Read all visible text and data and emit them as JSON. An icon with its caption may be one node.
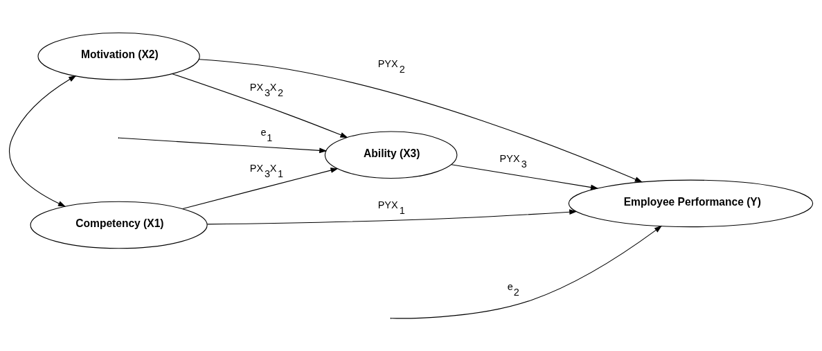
{
  "diagram": {
    "nodes": [
      {
        "text": [
          "Competency (X1)"
        ]
      },
      {
        "text": [
          "Ability (X3)"
        ]
      },
      {
        "text": [
          "Employee Performance (Y)"
        ]
      },
      {
        "text": [
          "Motivation (X2)"
        ]
      }
    ],
    "edges": [
      {
        "from": 0,
        "to": 3,
        "arrow": "both"
      },
      {
        "from": 0,
        "to": 2,
        "arrow": "to",
        "label": "PYX$_{1}$"
      },
      {
        "from": 0,
        "to": 1,
        "arrow": "to",
        "label": "PX$_{3}$X$_{1}$"
      },
      {
        "from": 3,
        "to": 1,
        "arrow": "to",
        "label": "PX$_{3}$X$_{2}$"
      },
      {
        "from": 1,
        "to": 2,
        "arrow": "to",
        "label": "PYX$_{3}$"
      },
      {
        "from": 3,
        "to": 2,
        "arrow": "to",
        "label": "PYX$_{2}$"
      },
      {
        "from": null,
        "to": 1,
        "arrow": "to",
        "label": "e$_{1}$"
      },
      {
        "from": null,
        "to": 2,
        "arrow": "to",
        "label": "e$_{2}$"
      }
    ]
  }
}
